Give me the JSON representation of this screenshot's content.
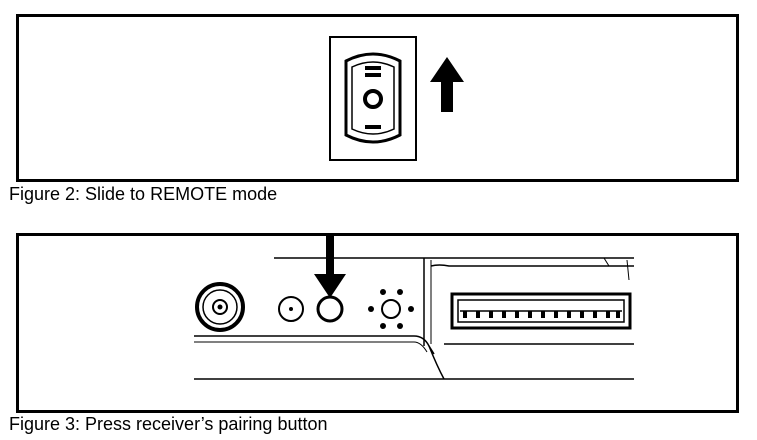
{
  "figures": [
    {
      "caption": "Figure 2: Slide to REMOTE mode",
      "illustration": "rocker-switch-with-up-arrow"
    },
    {
      "caption": "Figure 3: Press receiver’s pairing button",
      "illustration": "receiver-side-panel-with-down-arrow"
    }
  ],
  "colors": {
    "ink": "#000000",
    "paper": "#ffffff"
  }
}
